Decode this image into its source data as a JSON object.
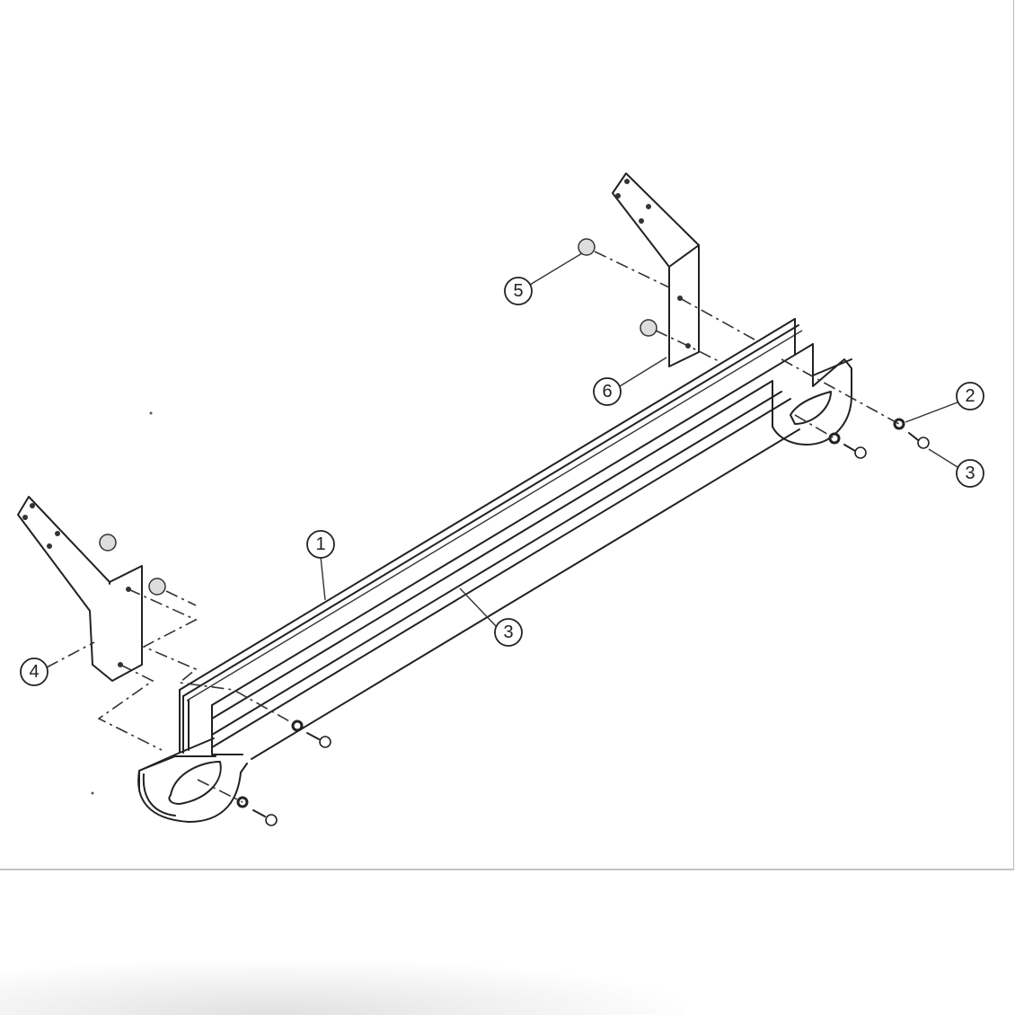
{
  "diagram": {
    "type": "exploded parts assembly",
    "subject": "front bumper / tow bar assembly with mounting brackets",
    "callouts": [
      {
        "id": "1",
        "label": "1",
        "part": "bar"
      },
      {
        "id": "2",
        "label": "2",
        "part": "washer"
      },
      {
        "id": "3a",
        "label": "3",
        "part": "bolt (right end)"
      },
      {
        "id": "3b",
        "label": "3",
        "part": "bolt (along bar)"
      },
      {
        "id": "4",
        "label": "4",
        "part": "left mounting bracket"
      },
      {
        "id": "5",
        "label": "5",
        "part": "nut (upper)"
      },
      {
        "id": "6",
        "label": "6",
        "part": "right mounting bracket"
      }
    ]
  },
  "colors": {
    "line": "#222222",
    "background": "#ffffff",
    "frame_border": "#c4c4c4"
  }
}
